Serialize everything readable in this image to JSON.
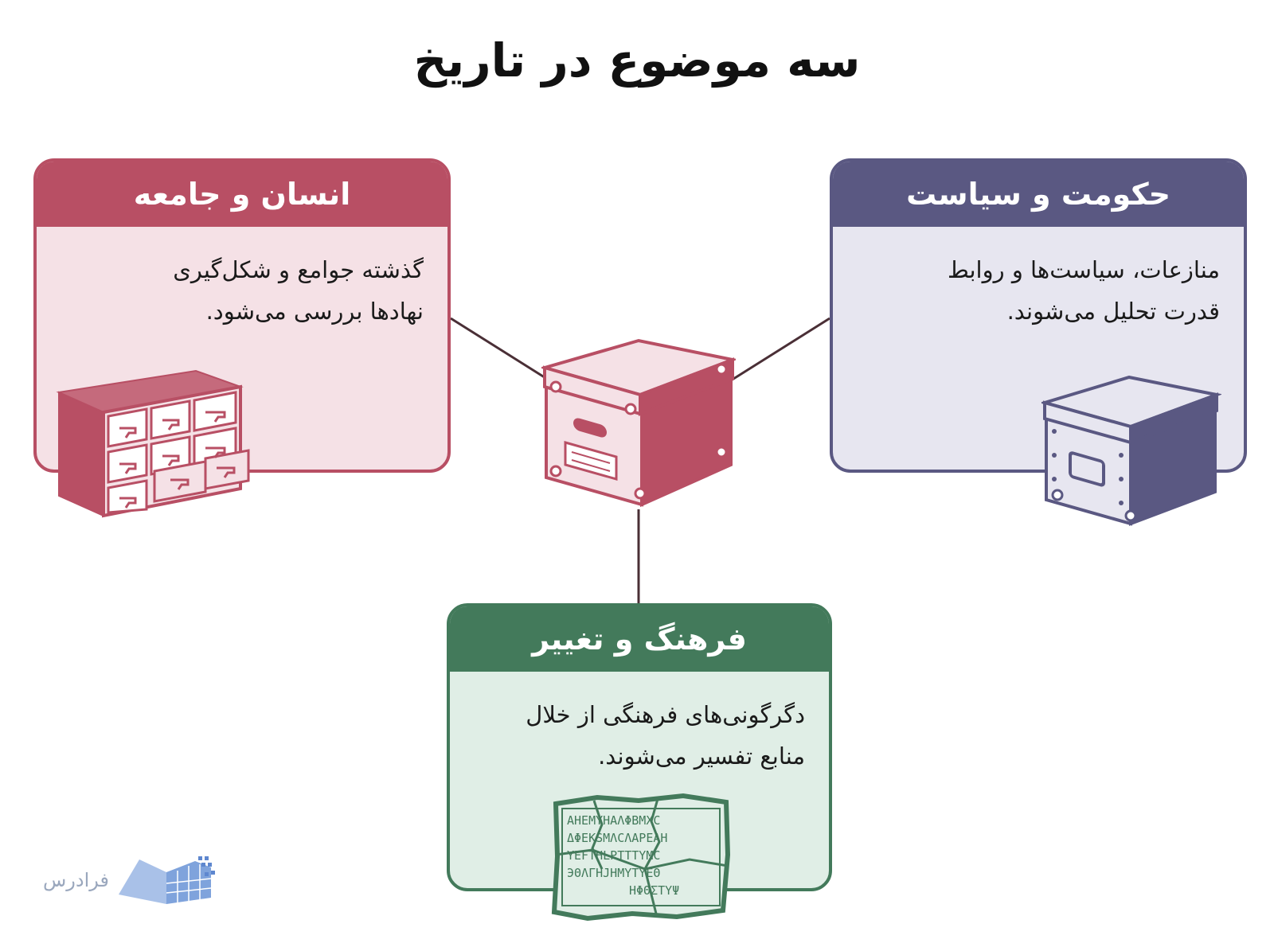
{
  "title": "سه موضوع در تاریخ",
  "colors": {
    "society": "#b84f64",
    "society_bg": "#f5e1e6",
    "politics": "#5a5882",
    "politics_bg": "#e7e6f0",
    "culture": "#437a5b",
    "culture_bg": "#e0eee6",
    "connector": "#4a2f36"
  },
  "cards": {
    "society": {
      "title": "انسان و جامعه",
      "lines": [
        "گذشته جوامع و شکل‌گیری",
        "نهادها بررسی می‌شود."
      ],
      "icon": "card-catalog-cabinet-icon"
    },
    "politics": {
      "title": "حکومت و سیاست",
      "lines": [
        "منازعات، سیاست‌ها و روابط",
        "قدرت تحلیل می‌شوند."
      ],
      "icon": "archive-box-icon"
    },
    "culture": {
      "title": "فرهنگ و تغییر",
      "lines": [
        "دگرگونی‌های فرهنگی از خلال",
        "منابع تفسیر می‌شوند."
      ],
      "icon": "ancient-tablet-icon"
    }
  },
  "center_icon": "archive-box-icon",
  "tablet_lines": [
    "AHEMYHAΛΦBMXC",
    "ΔΦEKSMΛCΛAPEAH",
    "YEFTHLPTTTYMC",
    "ЭΘΛГHJHMYTYEΘ",
    "HΦΘΣTYΨ"
  ],
  "logo": {
    "text": "فرادرس",
    "icon": "open-book-logo-icon"
  }
}
